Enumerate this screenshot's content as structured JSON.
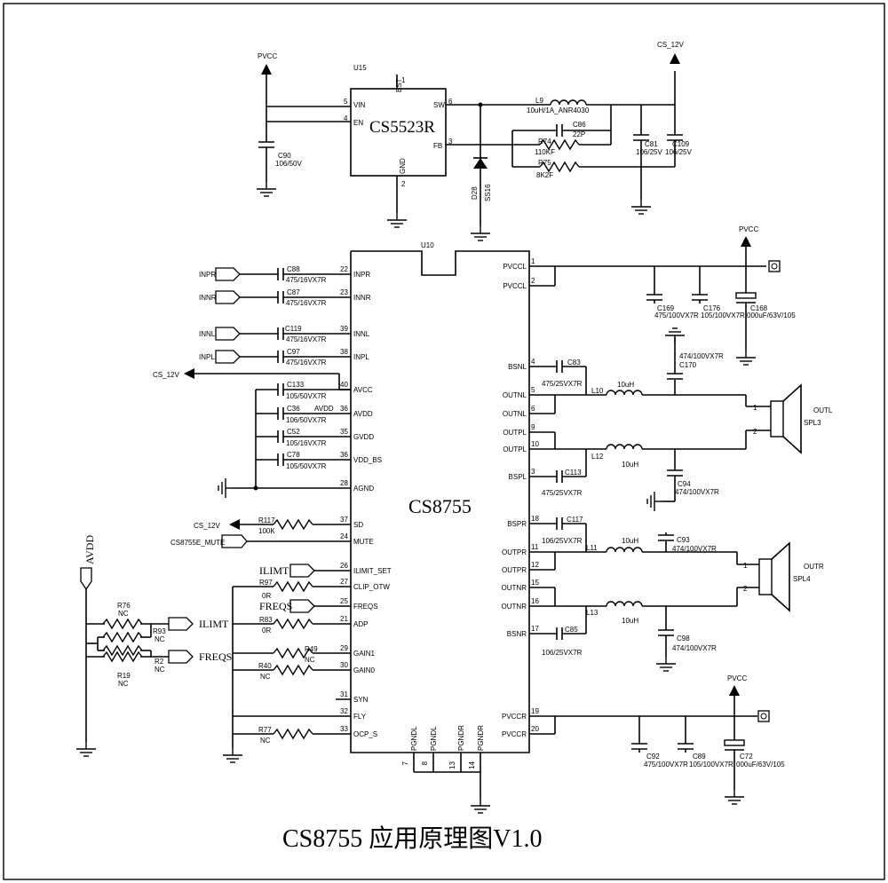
{
  "title": "CS8755 应用原理图V1.0",
  "nets": {
    "pvcc": "PVCC",
    "cs12v": "CS_12V",
    "avdd": "AVDD",
    "inpr": "INPR",
    "innr": "INNR",
    "innl": "INNL",
    "inpl": "INPL",
    "ilimt": "ILIMT",
    "freqs": "FREQS",
    "mute": "CS8755E_MUTE",
    "outl": "OUTL",
    "outr": "OUTR"
  },
  "u15": {
    "ref": "U15",
    "name": "CS5523R",
    "pins": {
      "vin": "VIN",
      "en": "EN",
      "sw": "SW",
      "fb": "FB",
      "bst": "BST",
      "gnd": "GND"
    },
    "nums": {
      "vin": "5",
      "en": "4",
      "sw": "6",
      "fb": "3",
      "bst": "1",
      "gnd": "2"
    }
  },
  "u10": {
    "ref": "U10",
    "name": "CS8755",
    "left_pins": [
      {
        "num": "22",
        "name": "INPR"
      },
      {
        "num": "23",
        "name": "INNR"
      },
      {
        "num": "39",
        "name": "INNL"
      },
      {
        "num": "38",
        "name": "INPL"
      },
      {
        "num": "40",
        "name": "AVCC"
      },
      {
        "num": "36",
        "name": "AVDD"
      },
      {
        "num": "35",
        "name": "GVDD"
      },
      {
        "num": "36",
        "name": "VDD_BS"
      },
      {
        "num": "28",
        "name": "AGND"
      },
      {
        "num": "37",
        "name": "SD"
      },
      {
        "num": "24",
        "name": "MUTE"
      },
      {
        "num": "26",
        "name": "ILIMIT_SET"
      },
      {
        "num": "27",
        "name": "CLIP_OTW"
      },
      {
        "num": "25",
        "name": "FREQS"
      },
      {
        "num": "21",
        "name": "ADP"
      },
      {
        "num": "29",
        "name": "GAIN1"
      },
      {
        "num": "30",
        "name": "GAIN0"
      },
      {
        "num": "31",
        "name": "SYN"
      },
      {
        "num": "32",
        "name": "FLY"
      },
      {
        "num": "33",
        "name": "OCP_S"
      }
    ],
    "right_pins": [
      {
        "num": "1",
        "name": "PVCCL"
      },
      {
        "num": "2",
        "name": "PVCCL"
      },
      {
        "num": "4",
        "name": "BSNL"
      },
      {
        "num": "5",
        "name": "OUTNL"
      },
      {
        "num": "6",
        "name": "OUTNL"
      },
      {
        "num": "9",
        "name": "OUTPL"
      },
      {
        "num": "10",
        "name": "OUTPL"
      },
      {
        "num": "3",
        "name": "BSPL"
      },
      {
        "num": "18",
        "name": "BSPR"
      },
      {
        "num": "11",
        "name": "OUTPR"
      },
      {
        "num": "12",
        "name": "OUTPR"
      },
      {
        "num": "15",
        "name": "OUTNR"
      },
      {
        "num": "16",
        "name": "OUTNR"
      },
      {
        "num": "17",
        "name": "BSNR"
      },
      {
        "num": "19",
        "name": "PVCCR"
      },
      {
        "num": "20",
        "name": "PVCCR"
      }
    ],
    "bottom_pins": [
      {
        "num": "7",
        "name": "PGNDL"
      },
      {
        "num": "8",
        "name": "PGNDL"
      },
      {
        "num": "13",
        "name": "PGNDR"
      },
      {
        "num": "14",
        "name": "PGNDR"
      }
    ]
  },
  "parts": {
    "c90": {
      "ref": "C90",
      "val": "106/50V"
    },
    "l9": {
      "ref": "L9",
      "val": "10uH/1A_ANR4030"
    },
    "c86": {
      "ref": "C86",
      "val": "22P"
    },
    "r74": {
      "ref": "R74",
      "val": "110KF"
    },
    "r75": {
      "ref": "R75",
      "val": "8K2F"
    },
    "d28": {
      "ref": "D28",
      "val": "SS16"
    },
    "c81": {
      "ref": "C81",
      "val": "106/25V"
    },
    "c109": {
      "ref": "C109",
      "val": "106/25V"
    },
    "c88": {
      "ref": "C88",
      "val": "475/16VX7R"
    },
    "c87": {
      "ref": "C87",
      "val": "475/16VX7R"
    },
    "c119": {
      "ref": "C119",
      "val": "475/16VX7R"
    },
    "c97": {
      "ref": "C97",
      "val": "475/16VX7R"
    },
    "c133": {
      "ref": "C133",
      "val": "105/50VX7R"
    },
    "c36": {
      "ref": "C36",
      "val": "106/50VX7R"
    },
    "c52": {
      "ref": "C52",
      "val": "105/16VX7R"
    },
    "c78": {
      "ref": "C78",
      "val": "105/50VX7R"
    },
    "avdd_lbl": "AVDD",
    "r117": {
      "ref": "R117",
      "val": "100K"
    },
    "r97": {
      "ref": "R97",
      "val": "0R"
    },
    "r83": {
      "ref": "R83",
      "val": "0R"
    },
    "r49": {
      "ref": "R49",
      "val": "NC"
    },
    "r40": {
      "ref": "R40",
      "val": "NC"
    },
    "r77": {
      "ref": "R77",
      "val": "NC"
    },
    "r76": {
      "ref": "R76",
      "val": "NC"
    },
    "r93": {
      "ref": "R93",
      "val": "NC"
    },
    "r19": {
      "ref": "R19",
      "val": "NC"
    },
    "r2": {
      "ref": "R2",
      "val": "NC"
    },
    "c169": {
      "ref": "C169",
      "val": "475/100VX7R"
    },
    "c176": {
      "ref": "C176",
      "val": "105/100VX7R"
    },
    "c168": {
      "ref": "C168",
      "val": "000uF/63V/105"
    },
    "c83": {
      "ref": "C83",
      "val": "475/25VX7R"
    },
    "c170": {
      "ref": "C170",
      "val": "474/100VX7R"
    },
    "l10": {
      "ref": "L10",
      "val": "10uH"
    },
    "l12": {
      "ref": "L12",
      "val": "10uH"
    },
    "c113": {
      "ref": "C113",
      "val": "475/25VX7R"
    },
    "c94": {
      "ref": "C94",
      "val": "474/100VX7R"
    },
    "c117": {
      "ref": "C117",
      "val": "106/25VX7R"
    },
    "l11": {
      "ref": "L11",
      "val": "10uH"
    },
    "c93": {
      "ref": "C93",
      "val": "474/100VX7R"
    },
    "l13": {
      "ref": "L13",
      "val": "10uH"
    },
    "c85": {
      "ref": "C85",
      "val": "106/25VX7R"
    },
    "c98": {
      "ref": "C98",
      "val": "474/100VX7R"
    },
    "c92": {
      "ref": "C92",
      "val": "475/100VX7R"
    },
    "c89": {
      "ref": "C89",
      "val": "105/100VX7R"
    },
    "c72": {
      "ref": "C72",
      "val": "000uF/63V/105"
    },
    "spl3": {
      "ref": "SPL3",
      "pin1": "1",
      "pin2": "2"
    },
    "spl4": {
      "ref": "SPL4",
      "pin1": "1",
      "pin2": "2"
    }
  }
}
